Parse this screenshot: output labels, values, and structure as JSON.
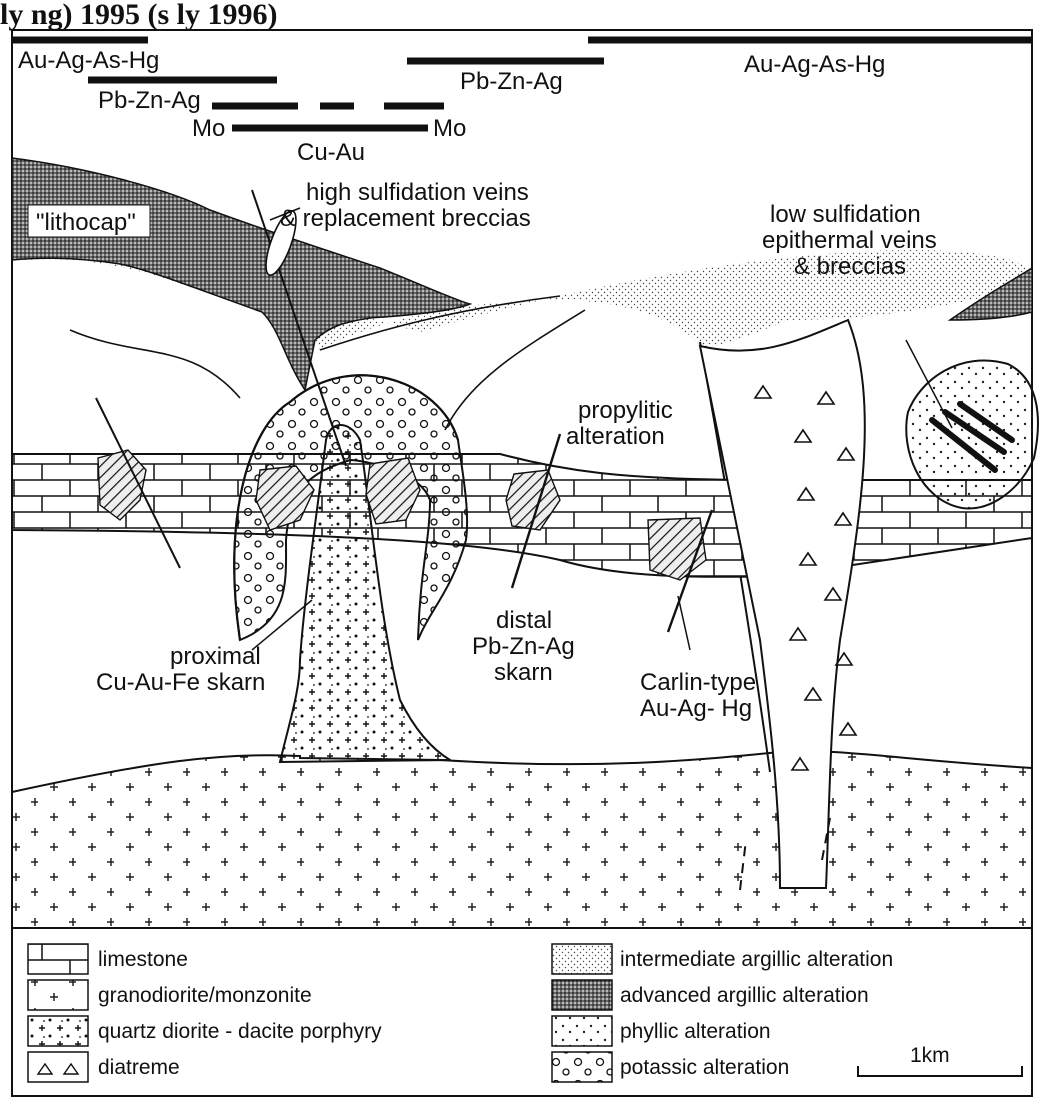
{
  "header_fragment": "ly ng) 1995 (s ly 1996)",
  "zones": {
    "au_ag_as_hg_left": "Au-Ag-As-Hg",
    "pb_zn_ag_left": "Pb-Zn-Ag",
    "mo_left": "Mo",
    "mo_right": "Mo",
    "cu_au": "Cu-Au",
    "pb_zn_ag_center": "Pb-Zn-Ag",
    "au_ag_as_hg_right": "Au-Ag-As-Hg"
  },
  "labels": {
    "lithocap": "\"lithocap\"",
    "high_sulfidation_1": "high sulfidation veins",
    "high_sulfidation_2": "& replacement breccias",
    "low_sulfidation_1": "low sulfidation",
    "low_sulfidation_2": "epithermal veins",
    "low_sulfidation_3": "& breccias",
    "propylitic_1": "propylitic",
    "propylitic_2": "alteration",
    "proximal_1": "proximal",
    "proximal_2": "Cu-Au-Fe skarn",
    "distal_1": "distal",
    "distal_2": "Pb-Zn-Ag",
    "distal_3": "skarn",
    "carlin_1": "Carlin-type",
    "carlin_2": "Au-Ag- Hg"
  },
  "legend": {
    "limestone": "limestone",
    "granodiorite": "granodiorite/monzonite",
    "quartz_diorite": "quartz diorite - dacite porphyry",
    "diatreme": "diatreme",
    "intermediate_argillic": "intermediate argillic alteration",
    "advanced_argillic": "advanced argillic alteration",
    "phyllic": "phyllic alteration",
    "potassic": "potassic alteration",
    "scale": "1km"
  }
}
